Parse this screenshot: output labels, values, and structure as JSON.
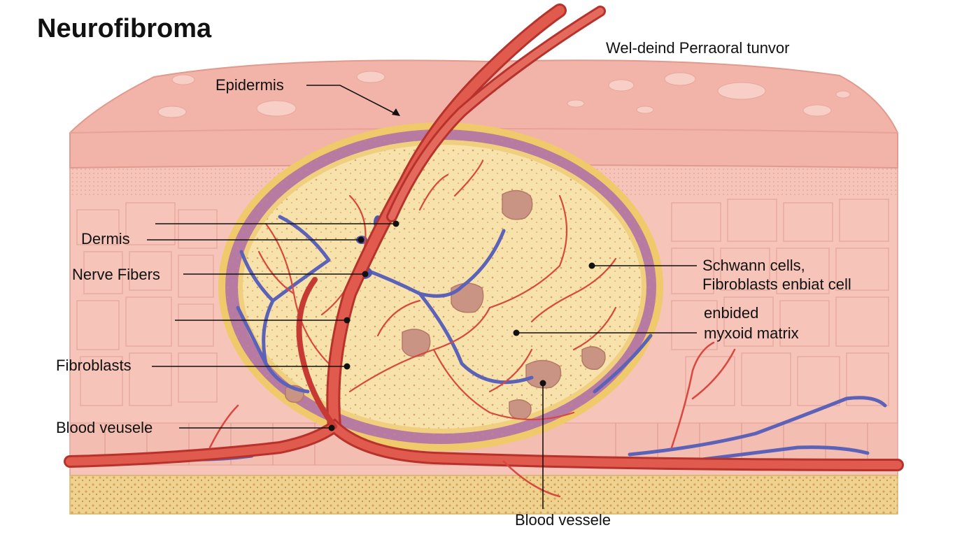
{
  "title": "Neurofibroma",
  "subtitle": "Wel-deind Perraoral tunvor",
  "labels": {
    "epidermis": "Epidermis",
    "dermis": "Dermis",
    "nerve_fibers": "Nerve Fibers",
    "fibroblasts": "Fibroblasts",
    "blood_vessel_left": "Blood veusele",
    "blood_vessel_bottom": "Blood vessele",
    "schwann_line1": "Schwann cells,",
    "schwann_line2": "Fibroblasts enbiat cell",
    "matrix_line1": "enbided",
    "matrix_line2": "myxoid matrix"
  },
  "colors": {
    "epidermis": "#f2b3a8",
    "dermis": "#f6c4b8",
    "tumor_fill": "#f6e2aa",
    "capsule": "#f0c96a",
    "vessel": "#d9483e",
    "nerve": "#5b62b8",
    "fat_layer": "#efd28f"
  }
}
